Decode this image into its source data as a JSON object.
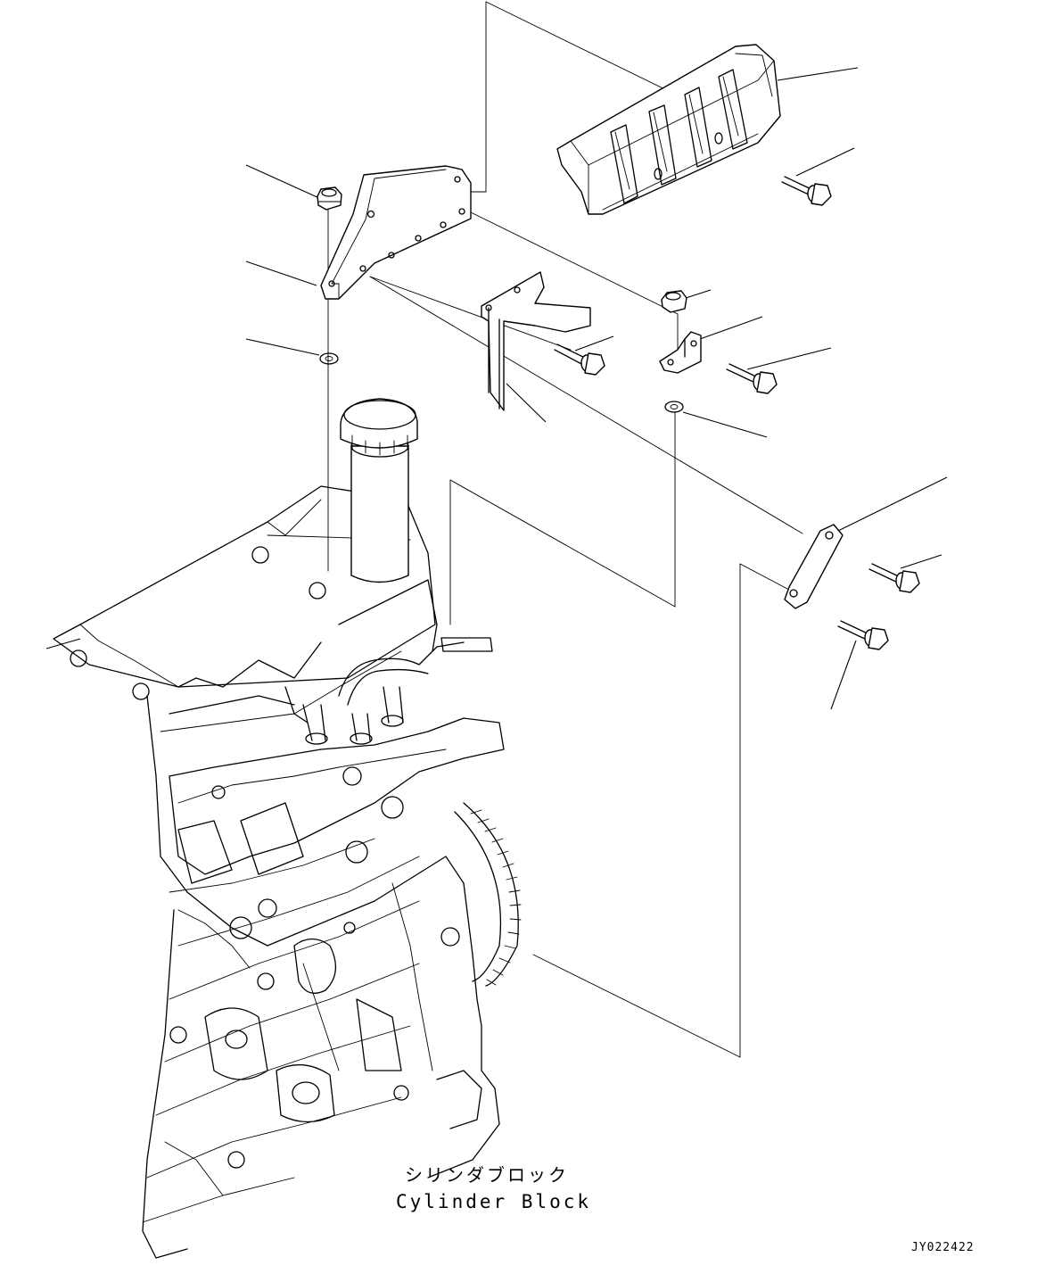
{
  "caption": {
    "japanese": "シリンダブロック",
    "english": "Cylinder Block"
  },
  "drawing_code": "JY022422",
  "parts": [
    {
      "icon": "heat-shield-cover-icon"
    },
    {
      "icon": "flange-bolt-icon"
    },
    {
      "icon": "flange-nut-icon"
    },
    {
      "icon": "mounting-bracket-icon"
    },
    {
      "icon": "washer-icon"
    },
    {
      "icon": "plate-bracket-icon"
    },
    {
      "icon": "l-clip-icon"
    },
    {
      "icon": "link-stay-icon"
    },
    {
      "icon": "engine-cylinder-head-block-icon"
    }
  ]
}
